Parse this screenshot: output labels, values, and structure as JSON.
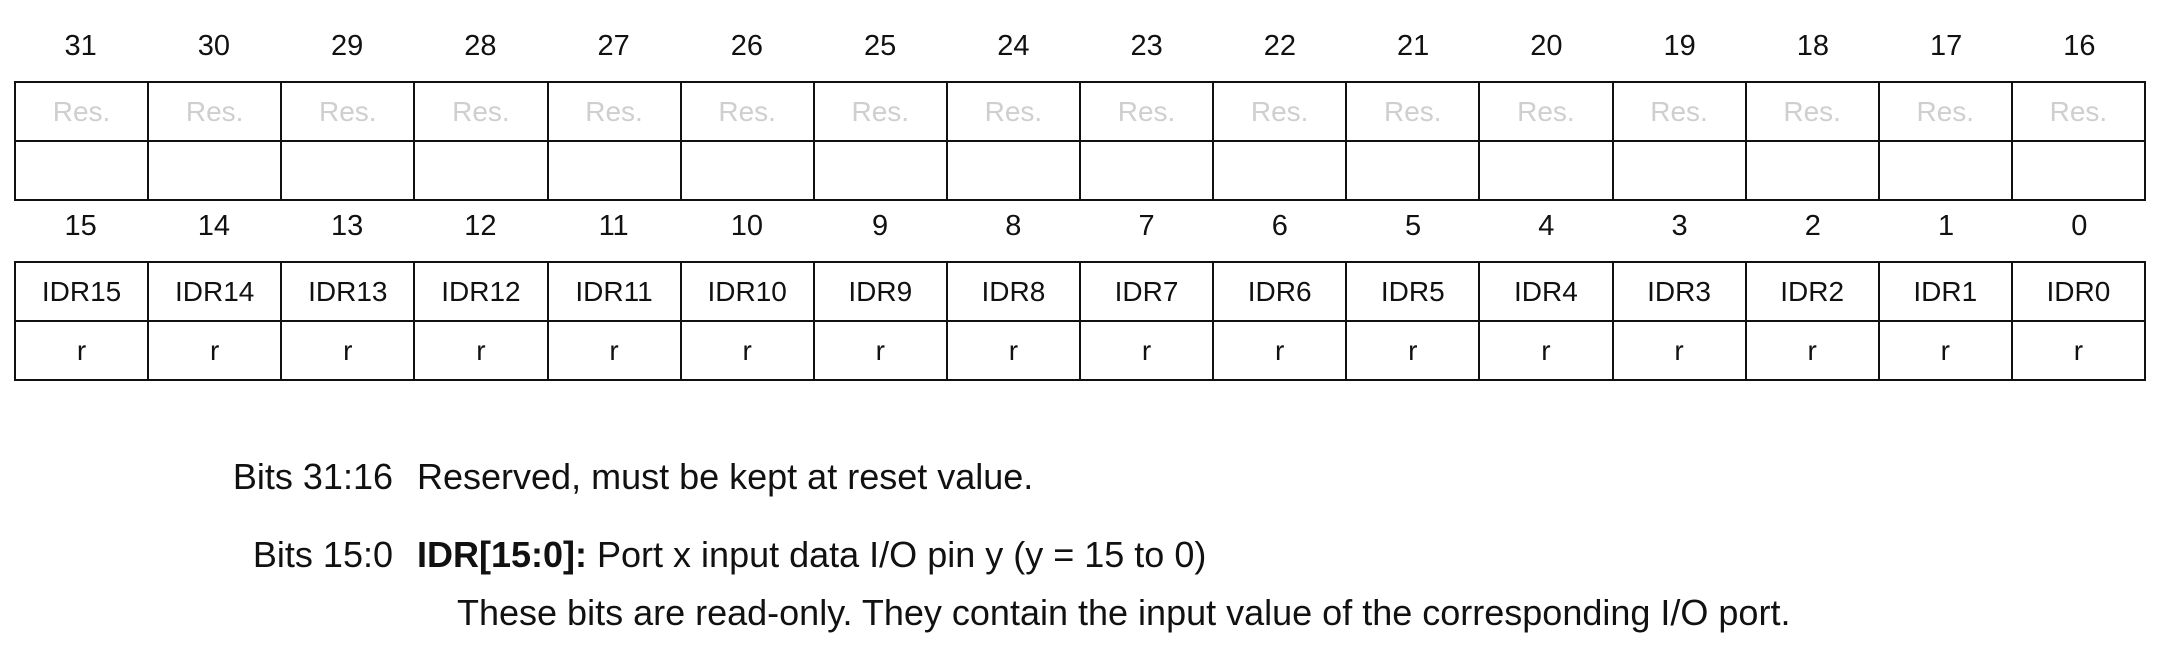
{
  "upper_bits": [
    "31",
    "30",
    "29",
    "28",
    "27",
    "26",
    "25",
    "24",
    "23",
    "22",
    "21",
    "20",
    "19",
    "18",
    "17",
    "16"
  ],
  "upper_fields": [
    "Res.",
    "Res.",
    "Res.",
    "Res.",
    "Res.",
    "Res.",
    "Res.",
    "Res.",
    "Res.",
    "Res.",
    "Res.",
    "Res.",
    "Res.",
    "Res.",
    "Res.",
    "Res."
  ],
  "upper_access": [
    "",
    "",
    "",
    "",
    "",
    "",
    "",
    "",
    "",
    "",
    "",
    "",
    "",
    "",
    "",
    ""
  ],
  "lower_bits": [
    "15",
    "14",
    "13",
    "12",
    "11",
    "10",
    "9",
    "8",
    "7",
    "6",
    "5",
    "4",
    "3",
    "2",
    "1",
    "0"
  ],
  "lower_fields": [
    "IDR15",
    "IDR14",
    "IDR13",
    "IDR12",
    "IDR11",
    "IDR10",
    "IDR9",
    "IDR8",
    "IDR7",
    "IDR6",
    "IDR5",
    "IDR4",
    "IDR3",
    "IDR2",
    "IDR1",
    "IDR0"
  ],
  "lower_access": [
    "r",
    "r",
    "r",
    "r",
    "r",
    "r",
    "r",
    "r",
    "r",
    "r",
    "r",
    "r",
    "r",
    "r",
    "r",
    "r"
  ],
  "descriptions": {
    "reserved_label": "Bits 31:16",
    "reserved_text": "Reserved, must be kept at reset value.",
    "idr_label": "Bits 15:0",
    "idr_name": "IDR[15:0]:",
    "idr_text": " Port x input data I/O pin y (y = 15 to 0)",
    "idr_detail": "These bits are read-only. They contain the input value of the corresponding I/O port."
  }
}
